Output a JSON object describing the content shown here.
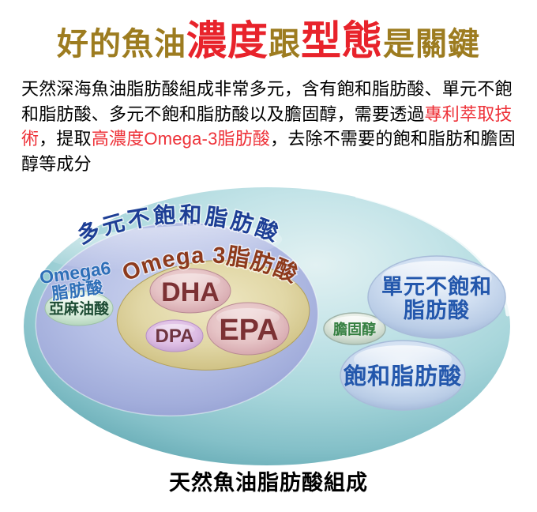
{
  "title": {
    "part1": "好的魚油",
    "part2": "濃度",
    "part3": "跟",
    "part4": "型態",
    "part5": "是關鍵"
  },
  "intro": {
    "seg1": "天然深海魚油脂肪酸組成非常多元，含有飽和脂肪酸、單元不飽和脂肪酸、多元不飽和脂肪酸以及膽固醇，需要透過",
    "seg2": "專利萃取技術",
    "seg3": "，提取",
    "seg4": "高濃度Omega-3脂肪酸",
    "seg5": "，去除不需要的飽和脂肪和膽固醇等成分"
  },
  "diagram": {
    "polyunsaturated": "多元不飽和脂肪酸",
    "omega3": "Omega 3脂肪酸",
    "dha": "DHA",
    "epa": "EPA",
    "dpa": "DPA",
    "omega6_line1": "Omega6",
    "omega6_line2": "脂肪酸",
    "linoleic": "亞麻油酸",
    "cholesterol": "膽固醇",
    "monounsaturated_line1": "單元不飽和",
    "monounsaturated_line2": "脂肪酸",
    "saturated": "飽和脂肪酸"
  },
  "caption": "天然魚油脂肪酸組成",
  "colors": {
    "title_gold": "#9d7c20",
    "title_red": "#e8232b",
    "intro_highlight_red": "#ee3138",
    "polyunsaturated_navy": "#1d3e95",
    "omega3_brown": "#8e3a1c",
    "omega6_blue": "#2e6fb8",
    "linoleic_green": "#1c4b33",
    "cholesterol_green": "#357f41",
    "bubble_label_blue": "#2357ac",
    "dha_epa_maroon": "#7c3134",
    "dpa_maroon": "#6e3440",
    "outer_teal": "#559fa9",
    "inner_lavender": "#a2addb",
    "omega3_tan": "#d0c285"
  }
}
